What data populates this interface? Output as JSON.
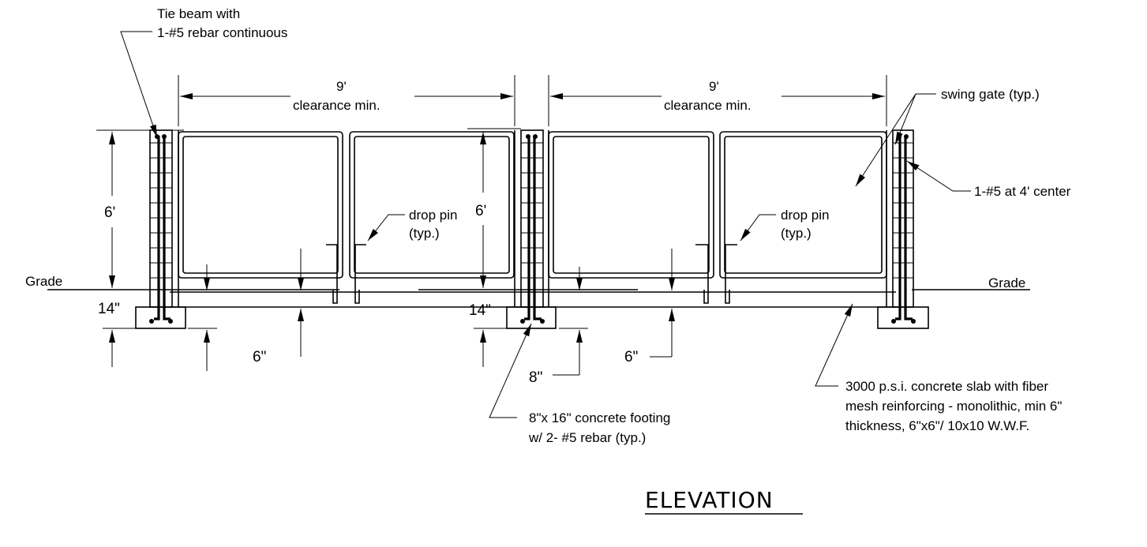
{
  "labels": {
    "tie_beam_1": "Tie beam with",
    "tie_beam_2": "1-#5 rebar continuous",
    "clearance_ft_left": "9'",
    "clearance_min_left": "clearance min.",
    "clearance_ft_right": "9'",
    "clearance_min_right": "clearance min.",
    "swing_gate": "swing gate (typ.)",
    "rebar_center": "1-#5 at 4' center",
    "drop_pin_left_1": "drop pin",
    "drop_pin_left_2": "(typ.)",
    "drop_pin_right_1": "drop pin",
    "drop_pin_right_2": "(typ.)",
    "grade_left": "Grade",
    "grade_right": "Grade",
    "height_left": "6'",
    "height_mid": "6'",
    "footing_depth_left": "14\"",
    "footing_depth_mid": "14\"",
    "slab_6_left": "6\"",
    "slab_6_right": "6\"",
    "footing_width": "8\"",
    "footing_note_1": "8\"x 16\" concrete footing",
    "footing_note_2": "w/ 2- #5 rebar (typ.)",
    "slab_note_1": "3000 p.s.i. concrete slab with fiber",
    "slab_note_2": "mesh reinforcing - monolithic, min 6\"",
    "slab_note_3": "thickness, 6\"x6\"/ 10x10 W.W.F.",
    "title": "ELEVATION"
  }
}
